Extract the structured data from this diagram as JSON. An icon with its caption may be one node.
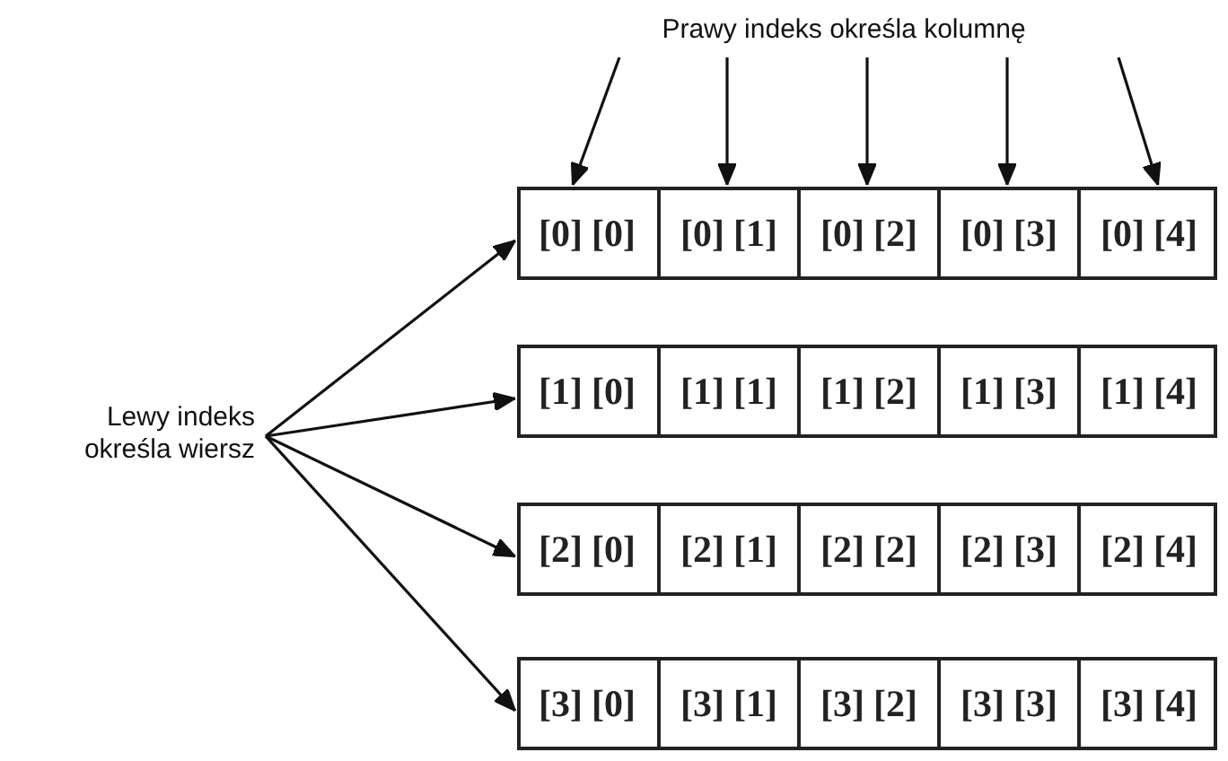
{
  "diagram": {
    "nodes": [
      {
        "text": [
          "Prawy indeks określa kolumnę"
        ]
      },
      {
        "text": [
          "Lewy indeks określa wiersz"
        ]
      },
      {
        "text": [],
        "shape": "box"
      },
      {
        "text": [
          "[0]",
          "[0]"
        ],
        "in": 2
      },
      {
        "text": [
          "[0]",
          "[1]"
        ],
        "in": 2
      },
      {
        "text": [
          "[0]",
          "[2]"
        ],
        "in": 2
      },
      {
        "text": [
          "[0]",
          "[3]"
        ],
        "in": 2
      },
      {
        "text": [
          "[0]",
          "[4]"
        ],
        "in": 2
      },
      {
        "text": [],
        "shape": "box"
      },
      {
        "text": [
          "[1]",
          "[0]"
        ],
        "in": 8
      },
      {
        "text": [
          "[1]",
          "[1]"
        ],
        "in": 8
      },
      {
        "text": [
          "[1]",
          "[2]"
        ],
        "in": 8
      },
      {
        "text": [
          "[1]",
          "[3]"
        ],
        "in": 8
      },
      {
        "text": [
          "[1]",
          "[4]"
        ],
        "in": 8
      },
      {
        "text": [],
        "shape": "box"
      },
      {
        "text": [
          "[2]",
          "[0]"
        ],
        "in": 14
      },
      {
        "text": [
          "[2]",
          "[1]"
        ],
        "in": 14
      },
      {
        "text": [
          "[2]",
          "[2]"
        ],
        "in": 14
      },
      {
        "text": [
          "[2]",
          "[3]"
        ],
        "in": 14
      },
      {
        "text": [
          "[2]",
          "[4]"
        ],
        "in": 14
      },
      {
        "text": [],
        "shape": "box"
      },
      {
        "text": [
          "[3]",
          "[0]"
        ],
        "in": 20
      },
      {
        "text": [
          "[3]",
          "[1]"
        ],
        "in": 20
      },
      {
        "text": [
          "[3]",
          "[2]"
        ],
        "in": 20
      },
      {
        "text": [
          "[3]",
          "[3]"
        ],
        "in": 20
      },
      {
        "text": [
          "[3]",
          "[4]"
        ],
        "in": 20
      }
    ],
    "edges": [
      {
        "from": 0,
        "to": 3,
        "arrow": "to"
      },
      {
        "from": 0,
        "to": 4,
        "arrow": "to"
      },
      {
        "from": 0,
        "to": 5,
        "arrow": "to"
      },
      {
        "from": 0,
        "to": 6,
        "arrow": "to"
      },
      {
        "from": 0,
        "to": 7,
        "arrow": "to"
      },
      {
        "from": 1,
        "to": 2,
        "arrow": "to"
      },
      {
        "from": 1,
        "to": 8,
        "arrow": "to"
      },
      {
        "from": 1,
        "to": 14,
        "arrow": "to"
      },
      {
        "from": 1,
        "to": 20,
        "arrow": "to"
      }
    ]
  }
}
